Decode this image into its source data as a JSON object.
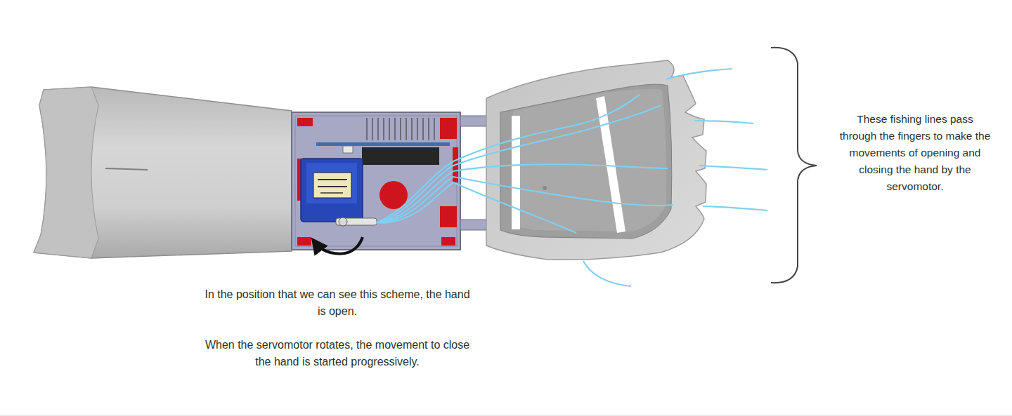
{
  "diagram": {
    "labels": [
      "These fishing lines pass through the fingers to make the movements of opening and closing the hand by the servomotor.",
      "In the position that we can see this scheme, the hand is open.",
      "When the servomotor rotates, the movement to close the hand is started progressively."
    ]
  }
}
